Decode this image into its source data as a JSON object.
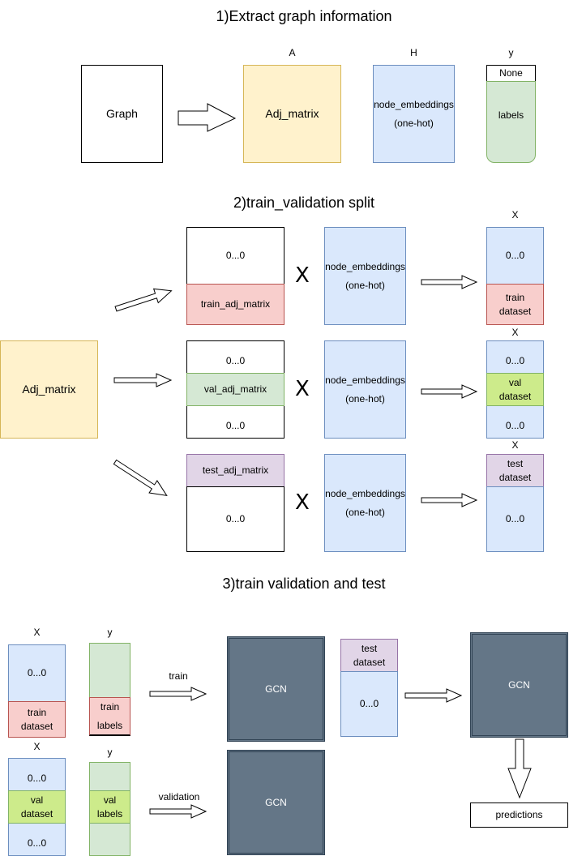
{
  "section1": {
    "title": "1)Extract graph information",
    "graph_label": "Graph",
    "adj_header": "A",
    "adj_label": "Adj_matrix",
    "emb_header": "H",
    "emb_line1": "node_embeddings",
    "emb_line2": "(one-hot)",
    "labels_header": "y",
    "labels_none": "None",
    "labels_label": "labels"
  },
  "section2": {
    "title": "2)train_validation split",
    "adj_label": "Adj_matrix",
    "zeros": "0...0",
    "train_adj": "train_adj_matrix",
    "val_adj": "val_adj_matrix",
    "test_adj": "test_adj_matrix",
    "times": "X",
    "emb_line1": "node_embeddings",
    "emb_line2": "(one-hot)",
    "x_header": "X",
    "train_ds_1": "train",
    "train_ds_2": "dataset",
    "val_ds_1": "val",
    "val_ds_2": "dataset",
    "test_ds_1": "test",
    "test_ds_2": "dataset"
  },
  "section3": {
    "title": "3)train validation and test",
    "x_header": "X",
    "y_header": "y",
    "zeros": "0...0",
    "train_ds_1": "train",
    "train_ds_2": "dataset",
    "train_labels_1": "train",
    "train_labels_2": "labels",
    "val_ds_1": "val",
    "val_ds_2": "dataset",
    "val_labels_1": "val",
    "val_labels_2": "labels",
    "train_arrow_label": "train",
    "validation_arrow_label": "validation",
    "gcn": "GCN",
    "test_ds_1": "test",
    "test_ds_2": "dataset",
    "predictions": "predictions"
  },
  "colors": {
    "yellow": "#fff2cc",
    "blue": "#dae8fc",
    "red": "#f8cecc",
    "green": "#d5e8d4",
    "lime": "#cdeb8b",
    "purple": "#e1d5e7",
    "gcn": "#647687"
  }
}
